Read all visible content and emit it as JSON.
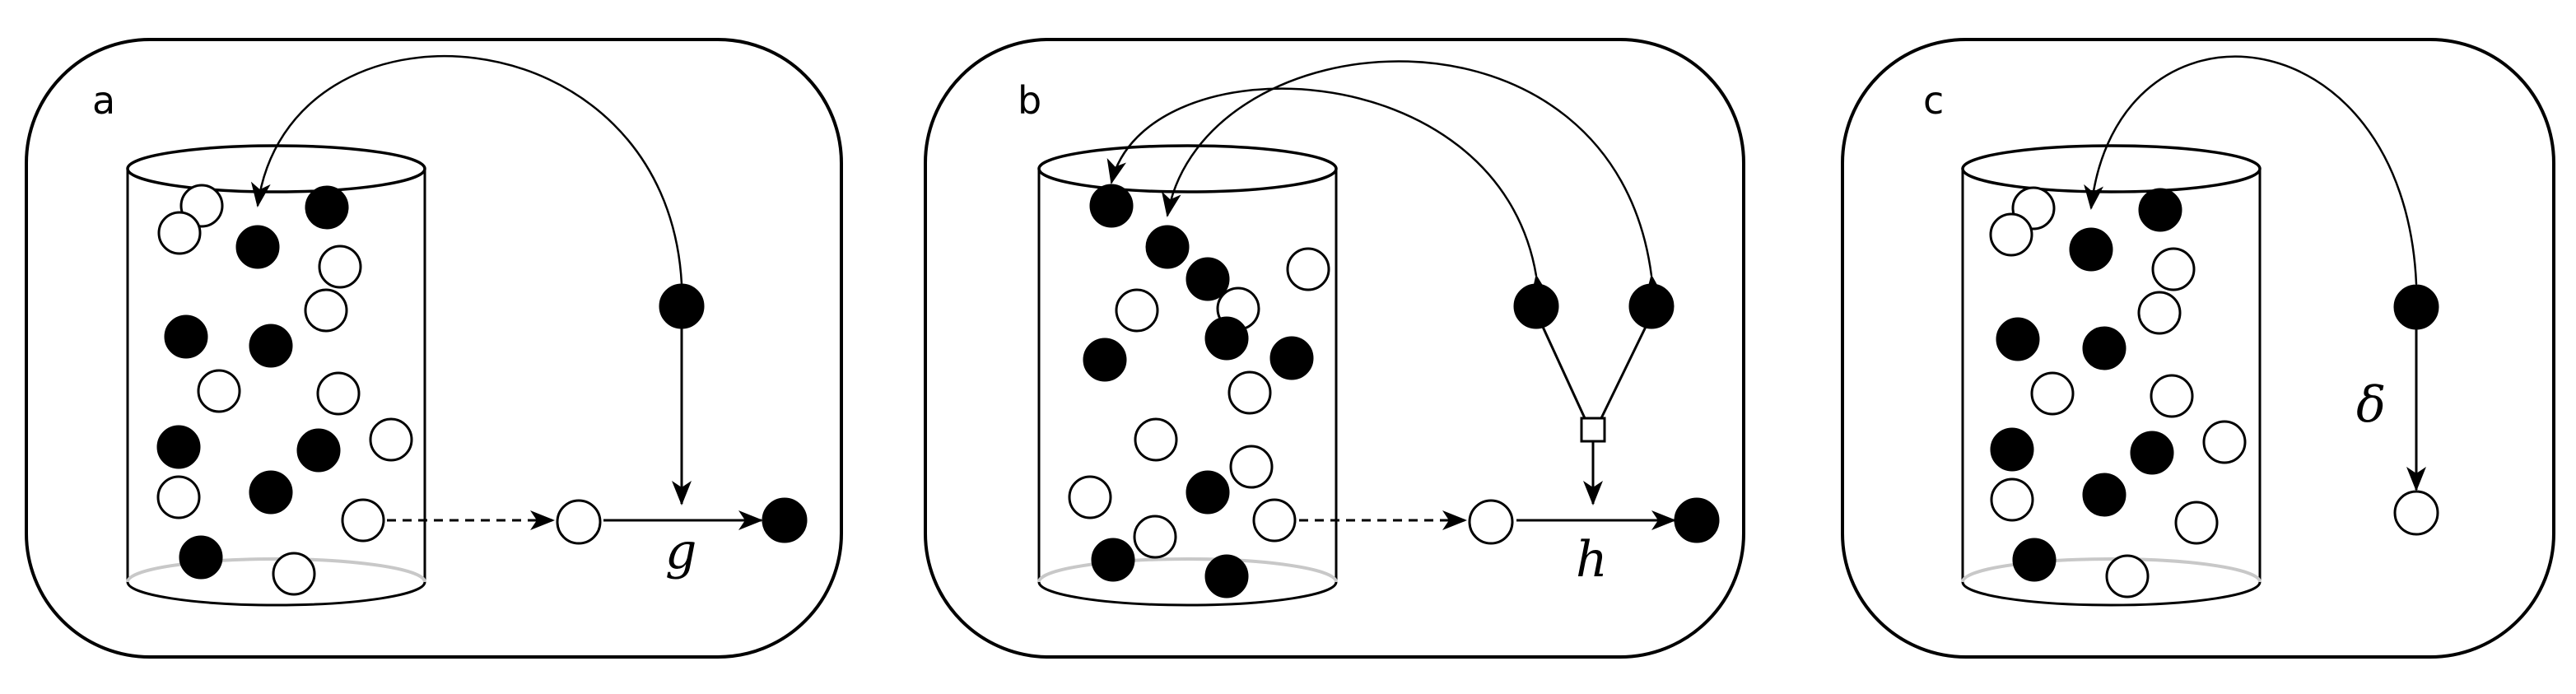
{
  "panels": [
    {
      "letter": "a",
      "operator_label": "g",
      "balls": [
        {
          "kind": "empty"
        },
        {
          "kind": "empty"
        },
        {
          "kind": "filled"
        },
        {
          "kind": "filled"
        },
        {
          "kind": "empty"
        },
        {
          "kind": "empty"
        },
        {
          "kind": "filled"
        },
        {
          "kind": "filled"
        },
        {
          "kind": "empty"
        },
        {
          "kind": "empty"
        },
        {
          "kind": "filled"
        },
        {
          "kind": "filled"
        },
        {
          "kind": "empty"
        },
        {
          "kind": "empty"
        },
        {
          "kind": "filled"
        },
        {
          "kind": "empty"
        },
        {
          "kind": "filled"
        },
        {
          "kind": "empty"
        }
      ],
      "nodes": [
        {
          "kind": "filled"
        },
        {
          "kind": "empty"
        },
        {
          "kind": "filled"
        }
      ]
    },
    {
      "letter": "b",
      "operator_label": "h",
      "balls": [
        {
          "kind": "filled"
        },
        {
          "kind": "filled"
        },
        {
          "kind": "filled"
        },
        {
          "kind": "empty"
        },
        {
          "kind": "empty"
        },
        {
          "kind": "empty"
        },
        {
          "kind": "filled"
        },
        {
          "kind": "filled"
        },
        {
          "kind": "filled"
        },
        {
          "kind": "empty"
        },
        {
          "kind": "empty"
        },
        {
          "kind": "empty"
        },
        {
          "kind": "filled"
        },
        {
          "kind": "empty"
        },
        {
          "kind": "empty"
        },
        {
          "kind": "empty"
        },
        {
          "kind": "filled"
        },
        {
          "kind": "filled"
        }
      ],
      "nodes": [
        {
          "kind": "filled"
        },
        {
          "kind": "filled"
        },
        {
          "kind": "empty"
        },
        {
          "kind": "filled"
        }
      ]
    },
    {
      "letter": "c",
      "operator_label": "δ",
      "balls": [
        {
          "kind": "empty"
        },
        {
          "kind": "empty"
        },
        {
          "kind": "filled"
        },
        {
          "kind": "filled"
        },
        {
          "kind": "empty"
        },
        {
          "kind": "empty"
        },
        {
          "kind": "filled"
        },
        {
          "kind": "filled"
        },
        {
          "kind": "empty"
        },
        {
          "kind": "empty"
        },
        {
          "kind": "filled"
        },
        {
          "kind": "filled"
        },
        {
          "kind": "empty"
        },
        {
          "kind": "empty"
        },
        {
          "kind": "filled"
        },
        {
          "kind": "empty"
        },
        {
          "kind": "filled"
        },
        {
          "kind": "empty"
        }
      ],
      "nodes": [
        {
          "kind": "filled"
        },
        {
          "kind": "empty"
        }
      ]
    }
  ]
}
